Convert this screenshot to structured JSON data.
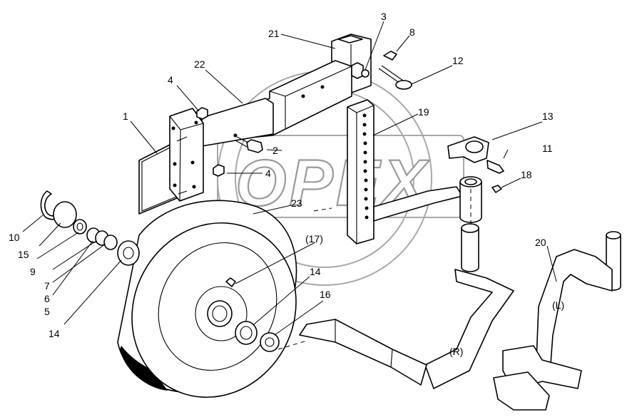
{
  "watermark": {
    "text": "OPEX"
  },
  "labels": {
    "l1": "1",
    "l2": "2",
    "l3": "3",
    "l4a": "4",
    "l4b": "4",
    "l5": "5",
    "l6": "6",
    "l7": "7",
    "l8": "8",
    "l9": "9",
    "l10": "10",
    "l11": "11",
    "l12": "12",
    "l13": "13",
    "l14a": "14",
    "l14b": "14",
    "l15": "15",
    "l16": "16",
    "l17": "(17)",
    "l18": "18",
    "l19": "19",
    "l20": "20",
    "l21": "21",
    "l22": "22",
    "l23": "23",
    "marker_l": "(L)",
    "marker_r": "(R)"
  },
  "colors": {
    "line": "#000000",
    "watermark": "#9a9a9a"
  },
  "icons": [
    "wheel-icon",
    "bracket-icon",
    "spindle-arm-icon"
  ]
}
